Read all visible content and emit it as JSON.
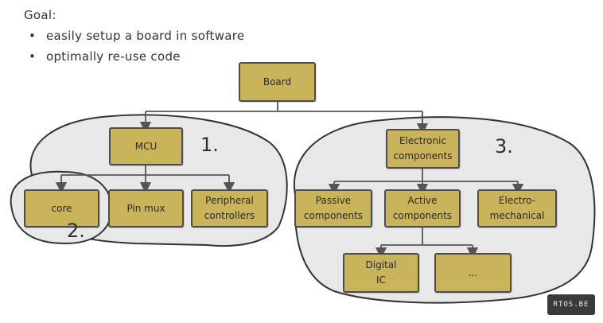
{
  "goal": {
    "title": "Goal:",
    "items": [
      "easily setup a board in software",
      "optimally re-use code"
    ]
  },
  "nodes": {
    "board": "Board",
    "mcu": "MCU",
    "core": "core",
    "pin_mux": "Pin mux",
    "peripheral": "Peripheral\ncontrollers",
    "electronic": "Electronic\ncomponents",
    "passive": "Passive\ncomponents",
    "active": "Active\ncomponents",
    "electro": "Electro-\nmechanical",
    "digital": "Digital\nIC",
    "more": "..."
  },
  "labels": {
    "one": "1.",
    "two": "2.",
    "three": "3."
  },
  "badge": "RTOS.BE",
  "colors": {
    "box_fill": "#c9b35b",
    "box_border": "#4d4d4d",
    "blob_fill": "#e8e8e8",
    "line": "#555555",
    "badge_bg": "#3a3a3a"
  }
}
